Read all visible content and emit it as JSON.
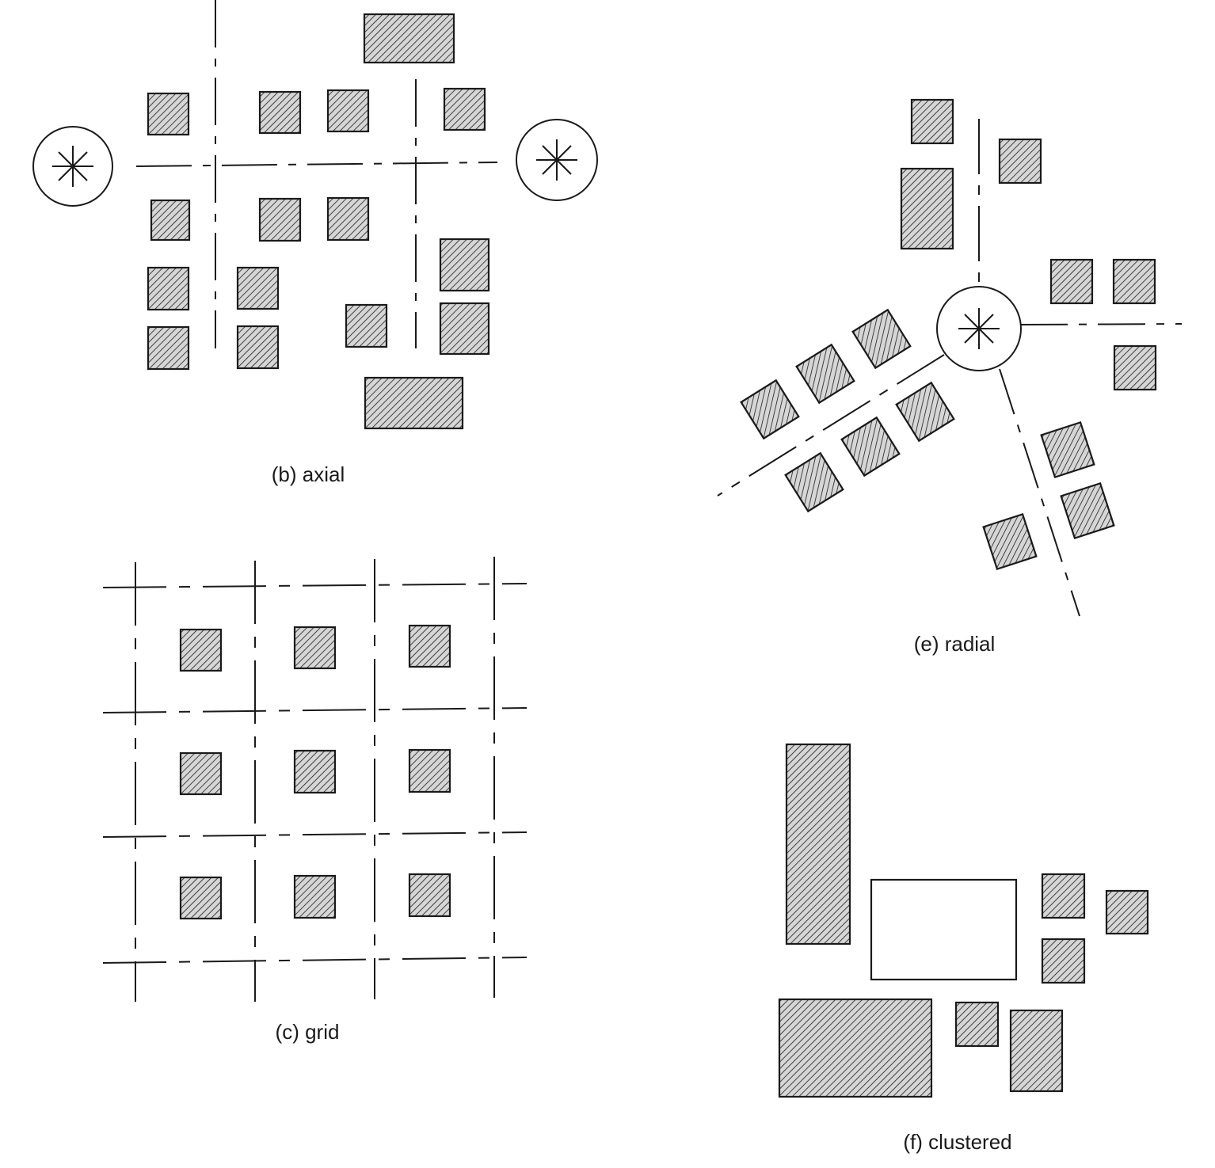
{
  "figure": {
    "captions": {
      "axial": "(b) axial",
      "radial": "(e) radial",
      "grid": "(c) grid",
      "clustered": "(f) clustered"
    }
  },
  "colors": {
    "ink": "#1a1a1a",
    "background": "#ffffff"
  },
  "icons": [
    "asterisk-node-icon"
  ]
}
